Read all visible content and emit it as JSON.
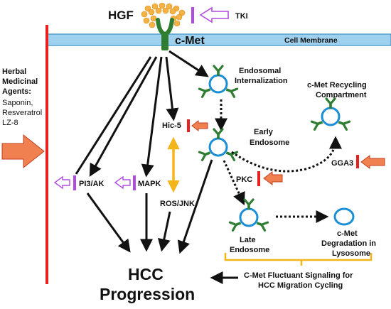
{
  "labels": {
    "hgf": "HGF",
    "tki": "TKI",
    "cmet": "c-Met",
    "cell_membrane": "Cell Membrane",
    "herbal": [
      "Herbal",
      "Medicinal",
      "Agents:"
    ],
    "herbal_items": [
      "Saponin,",
      "Resveratrol",
      "LZ-8"
    ],
    "endosomal": [
      "Endosomal",
      "Internalization"
    ],
    "recycling": [
      "c-Met Recycling",
      "Compartment"
    ],
    "early": [
      "Early",
      "Endosome"
    ],
    "hic5": "Hic-5",
    "pi3ak": "PI3/AK",
    "mapk": "MAPK",
    "rosjnk": "ROS/JNK",
    "pkc": "PKC",
    "gga3": "GGA3",
    "late": [
      "Late",
      "Endosome"
    ],
    "degradation": [
      "c-Met",
      "Degradation in",
      "Lysosome"
    ],
    "fluctuant": [
      "C-Met Fluctuant Signaling for",
      "HCC Migration Cycling"
    ],
    "hcc": [
      "HCC",
      "Progression"
    ]
  },
  "colors": {
    "membrane": "#9fd1ef",
    "membrane_edge": "#3a8fc7",
    "receptor": "#2f7d32",
    "vesicle": "#1a8fd6",
    "barrier": "#e82020",
    "inhibitor_purple": "#b24ce0",
    "inhibitor_red": "#e82020",
    "block_arrow": "#f08050",
    "double_arrow": "#f3b519",
    "hgf_dots": "#f5b244",
    "arrow": "#111111"
  }
}
